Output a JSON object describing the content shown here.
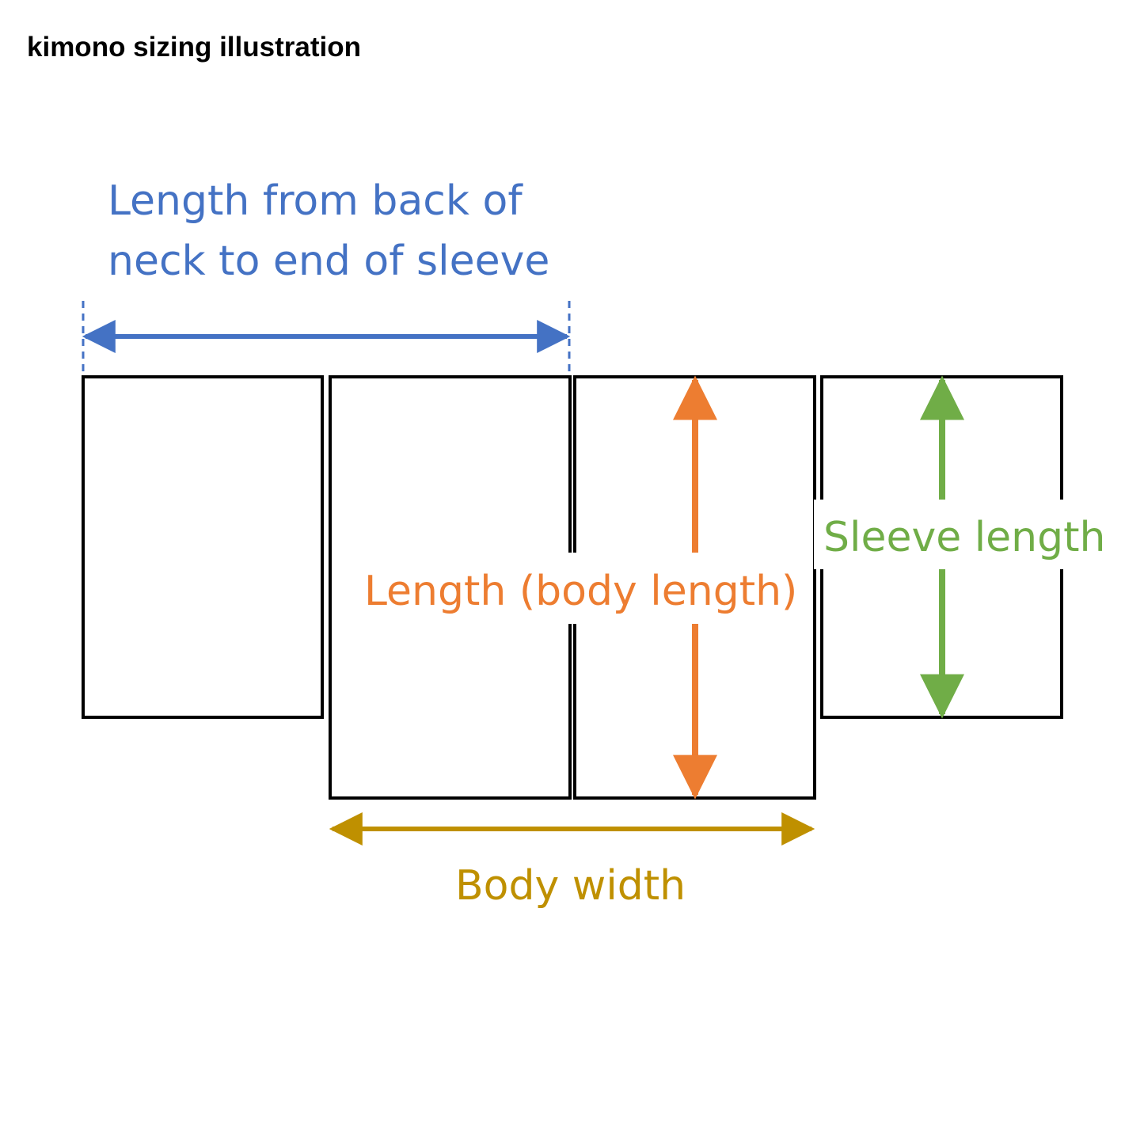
{
  "title": "kimono sizing illustration",
  "colors": {
    "outline": "#000000",
    "sleeve_reach": "#4472c4",
    "body_length": "#ed7d31",
    "sleeve_length": "#70ad47",
    "body_width": "#bf9000",
    "background": "#ffffff"
  },
  "measurements": {
    "sleeve_reach": {
      "line1": "Length from back of",
      "line2": "neck to end of sleeve"
    },
    "body_length": {
      "label": "Length (body length)"
    },
    "sleeve_length": {
      "label": "Sleeve length"
    },
    "body_width": {
      "label": "Body width"
    }
  }
}
